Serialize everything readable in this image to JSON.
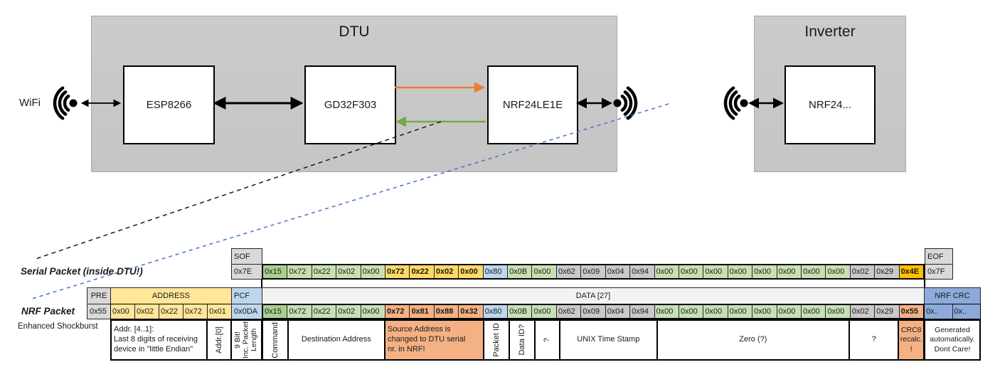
{
  "diagram": {
    "wifi_label": "WiFi",
    "dtu": {
      "title": "DTU",
      "nodes": {
        "esp": "ESP8266",
        "gd": "GD32F303",
        "nrf": "NRF24LE1E"
      }
    },
    "inverter": {
      "title": "Inverter",
      "node": "NRF24..."
    }
  },
  "serial_packet": {
    "label": "Serial Packet (inside DTU!)",
    "sof_header": "SOF",
    "sof_value": "0x7E",
    "eof_header": "EOF",
    "eof_value": "0x7F",
    "bytes": [
      {
        "v": "0x15",
        "c": "gd"
      },
      {
        "v": "0x72",
        "c": "gl"
      },
      {
        "v": "0x22",
        "c": "gl"
      },
      {
        "v": "0x02",
        "c": "gl"
      },
      {
        "v": "0x00",
        "c": "gl"
      },
      {
        "v": "0x72",
        "c": "yb"
      },
      {
        "v": "0x22",
        "c": "yb"
      },
      {
        "v": "0x02",
        "c": "yb"
      },
      {
        "v": "0x00",
        "c": "yb"
      },
      {
        "v": "0x80",
        "c": "bl"
      },
      {
        "v": "0x0B",
        "c": "gl"
      },
      {
        "v": "0x00",
        "c": "gl"
      },
      {
        "v": "0x62",
        "c": "gy"
      },
      {
        "v": "0x09",
        "c": "gy"
      },
      {
        "v": "0x04",
        "c": "gy"
      },
      {
        "v": "0x94",
        "c": "gy"
      },
      {
        "v": "0x00",
        "c": "gl"
      },
      {
        "v": "0x00",
        "c": "gl"
      },
      {
        "v": "0x00",
        "c": "gl"
      },
      {
        "v": "0x00",
        "c": "gl"
      },
      {
        "v": "0x00",
        "c": "gl"
      },
      {
        "v": "0x00",
        "c": "gl"
      },
      {
        "v": "0x00",
        "c": "gl"
      },
      {
        "v": "0x00",
        "c": "gl"
      },
      {
        "v": "0x02",
        "c": "gy"
      },
      {
        "v": "0x29",
        "c": "gy"
      },
      {
        "v": "0x4E",
        "c": "go"
      }
    ]
  },
  "nrf_packet": {
    "label": "NRF Packet",
    "sublabel": "Enhanced Shockburst",
    "pre_header": "PRE",
    "pre_value": "0x55",
    "address_header": "ADDRESS",
    "address_bytes": [
      {
        "v": "0x00",
        "c": "ad"
      },
      {
        "v": "0x02",
        "c": "ad"
      },
      {
        "v": "0x22",
        "c": "ad"
      },
      {
        "v": "0x72",
        "c": "ad"
      },
      {
        "v": "0x01",
        "c": "ad"
      }
    ],
    "pcf_header": "PCF",
    "pcf_value": "0x0DA",
    "data_header": "DATA [27]",
    "bytes": [
      {
        "v": "0x15",
        "c": "gd"
      },
      {
        "v": "0x72",
        "c": "gl"
      },
      {
        "v": "0x22",
        "c": "gl"
      },
      {
        "v": "0x02",
        "c": "gl"
      },
      {
        "v": "0x00",
        "c": "gl"
      },
      {
        "v": "0x72",
        "c": "sb"
      },
      {
        "v": "0x81",
        "c": "sb"
      },
      {
        "v": "0x88",
        "c": "sb"
      },
      {
        "v": "0x32",
        "c": "sb"
      },
      {
        "v": "0x80",
        "c": "bl"
      },
      {
        "v": "0x0B",
        "c": "gl"
      },
      {
        "v": "0x00",
        "c": "gl"
      },
      {
        "v": "0x62",
        "c": "gy"
      },
      {
        "v": "0x09",
        "c": "gy"
      },
      {
        "v": "0x04",
        "c": "gy"
      },
      {
        "v": "0x94",
        "c": "gy"
      },
      {
        "v": "0x00",
        "c": "gl"
      },
      {
        "v": "0x00",
        "c": "gl"
      },
      {
        "v": "0x00",
        "c": "gl"
      },
      {
        "v": "0x00",
        "c": "gl"
      },
      {
        "v": "0x00",
        "c": "gl"
      },
      {
        "v": "0x00",
        "c": "gl"
      },
      {
        "v": "0x00",
        "c": "gl"
      },
      {
        "v": "0x00",
        "c": "gl"
      },
      {
        "v": "0x02",
        "c": "gy"
      },
      {
        "v": "0x29",
        "c": "gy"
      },
      {
        "v": "0x55",
        "c": "sb"
      }
    ],
    "crc_header": "NRF CRC",
    "crc_bytes": [
      {
        "v": "0x..",
        "c": "cb"
      },
      {
        "v": "0x..",
        "c": "cb"
      }
    ],
    "annotations": {
      "addr41": "Addr. [4..1]:\nLast 8 digits of receiving\ndevice in \"little Endian\"",
      "addr0": "Addr.[0]",
      "pcf": "9 Bit!\nInc. Packet\nLength",
      "command": "Command",
      "dest": "Destination Address",
      "src": "Source Address is\nchanged to DTU serial\nnr. in NRF!",
      "packet_id": "Packet ID",
      "data_id": "Data ID?",
      "q1": "?",
      "unix": "UNIX Time Stamp",
      "zero": "Zero (?)",
      "q2": "?",
      "crc8": "CRC8\nrecalc.\n!",
      "generated": "Generated\nautomatically.\nDont Care!"
    }
  },
  "colors": {
    "green_dark": "#A9D08E",
    "green_light": "#C6E0B4",
    "yellow_bold": "#FFD966",
    "yellow_address": "#FFE699",
    "blue_light": "#BDD7EE",
    "blue_crc": "#8EAADB",
    "gray_byte": "#C9C9C9",
    "gray_header": "#D9D9D9",
    "gray_data_header": "#F2F2F2",
    "salmon": "#F4B183",
    "gold": "#FFC000",
    "arrow_orange": "#ED7D31",
    "arrow_green": "#70AD47",
    "dashed_blue": "#4472C4"
  }
}
